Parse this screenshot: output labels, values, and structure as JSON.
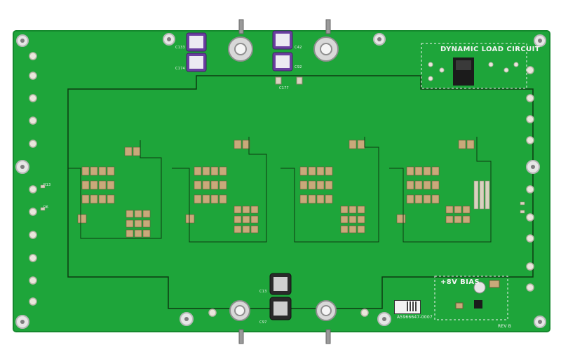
{
  "board": {
    "colors": {
      "pcb": "#1ea53a",
      "trace": "#17922f",
      "silkscreen": "#f4f4f4",
      "pad": "#d9d2c0",
      "component_tan": "#c9a97a",
      "capacitor_purple": "#6a3fa0",
      "aluminum": "#d8d8d8",
      "copper_line": "#0d3b12"
    }
  },
  "labels": {
    "dynamic_load": "DYNAMIC LOAD CIRCUIT",
    "bias": "+8V BIAS",
    "part_number": "A5966647-0007",
    "rev": "REV B"
  },
  "refdes": {
    "c133": "C133",
    "c174": "C174",
    "c42": "C42",
    "c92": "C92",
    "c177": "C177",
    "c13": "C13",
    "c97": "C97",
    "r13": "R13",
    "r6": "R6"
  }
}
